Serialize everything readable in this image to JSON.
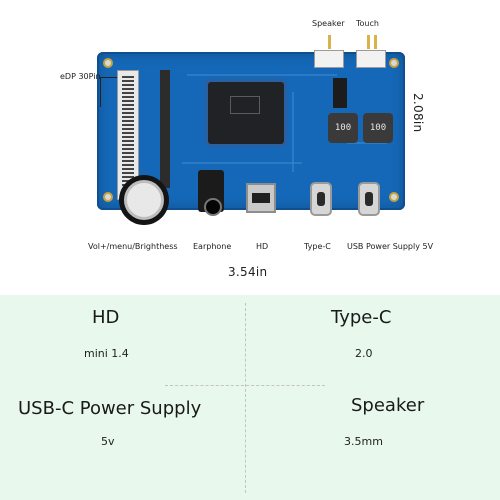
{
  "callouts": {
    "speaker": "Speaker",
    "touch": "Touch",
    "edp": "eDP 30Pin",
    "knob": "Vol+/menu/Brighthess",
    "earphone": "Earphone",
    "hd": "HD",
    "type_c": "Type-C",
    "usb_power": "USB Power Supply 5V"
  },
  "board_marks": {
    "inductor_1": "100",
    "inductor_2": "100"
  },
  "dimensions": {
    "width": "3.54in",
    "height": "2.08in"
  },
  "specs": [
    {
      "title": "HD",
      "value": "mini 1.4"
    },
    {
      "title": "Type-C",
      "value": "2.0"
    },
    {
      "title": "USB-C Power Supply",
      "value": "5v"
    },
    {
      "title": "Speaker",
      "value": "3.5mm"
    }
  ]
}
